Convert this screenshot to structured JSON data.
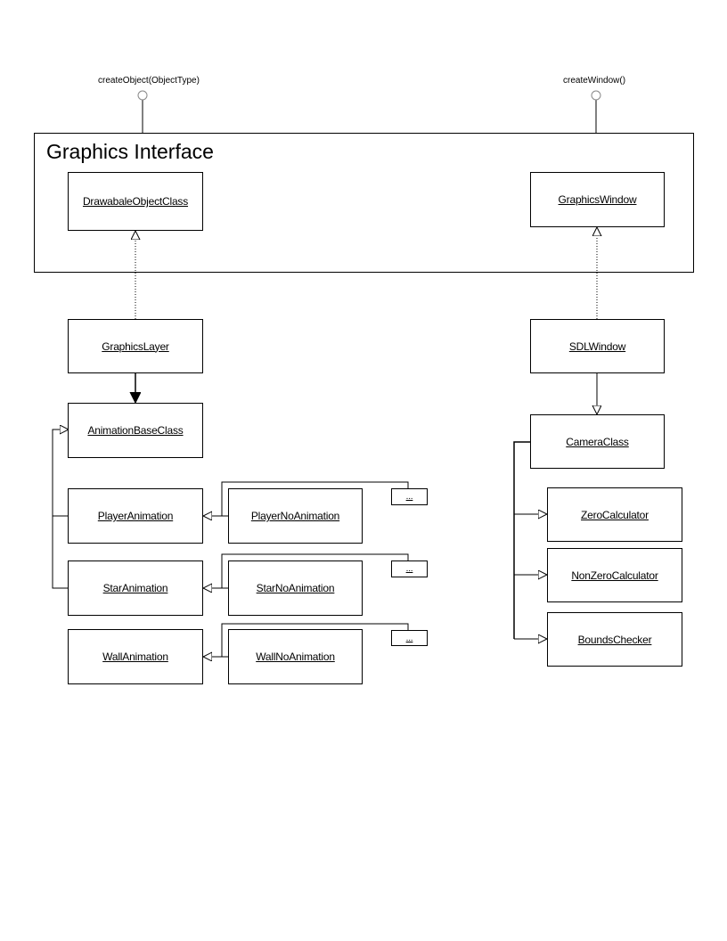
{
  "interfaces": {
    "create_object": "createObject(ObjectType)",
    "create_window": "createWindow()"
  },
  "container": {
    "title": "Graphics Interface"
  },
  "classes": {
    "drawable_object_class": "DrawabaleObjectClass",
    "graphics_window": "GraphicsWindow",
    "graphics_layer": "GraphicsLayer",
    "sdl_window": "SDLWindow",
    "animation_base_class": "AnimationBaseClass",
    "camera_class": "CameraClass",
    "player_animation": "PlayerAnimation",
    "player_no_animation": "PlayerNoAnimation",
    "star_animation": "StarAnimation",
    "star_no_animation": "StarNoAnimation",
    "wall_animation": "WallAnimation",
    "wall_no_animation": "WallNoAnimation",
    "zero_calculator": "ZeroCalculator",
    "non_zero_calculator": "NonZeroCalculator",
    "bounds_checker": "BoundsChecker",
    "ellipsis_1": "...",
    "ellipsis_2": "...",
    "ellipsis_3": "..."
  }
}
